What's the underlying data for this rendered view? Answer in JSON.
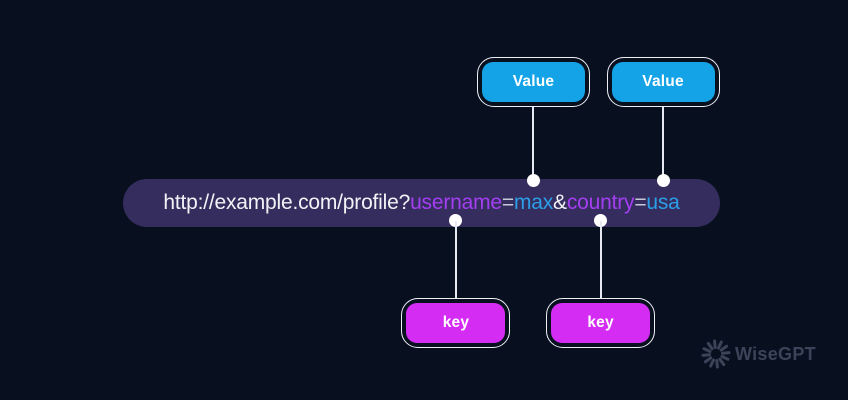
{
  "url_bar": {
    "segments": [
      {
        "text": "http://example.com/profile?",
        "role": "base-url"
      },
      {
        "text": "username",
        "role": "param-key"
      },
      {
        "text": "=",
        "role": "equals"
      },
      {
        "text": "max",
        "role": "param-value"
      },
      {
        "text": "&",
        "role": "ampersand"
      },
      {
        "text": "country",
        "role": "param-key"
      },
      {
        "text": "=",
        "role": "equals"
      },
      {
        "text": "usa",
        "role": "param-value"
      }
    ]
  },
  "annotations": {
    "value_label_1": "Value",
    "value_label_2": "Value",
    "key_label_1": "key",
    "key_label_2": "key"
  },
  "branding": {
    "logo_text": "WiseGPT"
  },
  "colors": {
    "background": "#081020",
    "url_pill": "#352d5d",
    "value_box": "#15a3e8",
    "key_box": "#d42cf2",
    "param_key_text": "#a43ef2",
    "param_value_text": "#2b9fe8",
    "equals_text": "#c8cada",
    "base_text": "#f2f3f7",
    "connector": "#e6e8f2",
    "logo": "#3c4258"
  }
}
